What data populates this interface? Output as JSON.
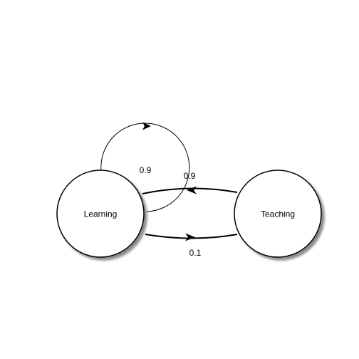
{
  "diagram": {
    "nodes": [
      {
        "id": "learning",
        "label": "Learning"
      },
      {
        "id": "teaching",
        "label": "Teaching"
      }
    ],
    "edges": [
      {
        "from": "learning",
        "to": "learning",
        "label": "0.9"
      },
      {
        "from": "teaching",
        "to": "learning",
        "label": "0.9"
      },
      {
        "from": "learning",
        "to": "teaching",
        "label": "0.1"
      }
    ]
  }
}
